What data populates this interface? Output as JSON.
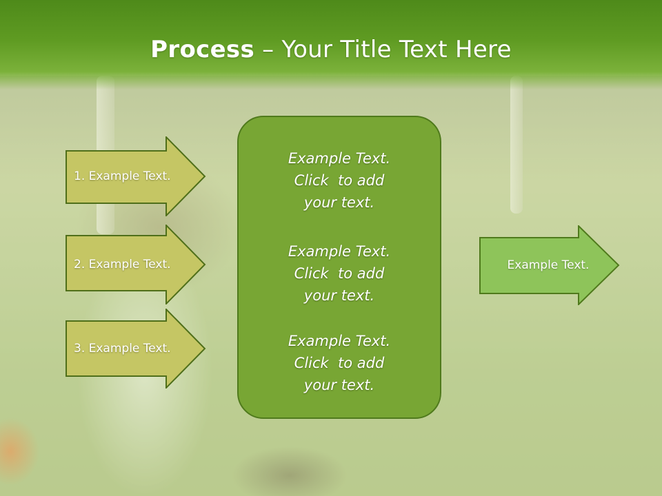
{
  "slide": {
    "title_bold": "Process",
    "title_rest": " – Your Title Text Here",
    "colors": {
      "title_bar": "#5f9b22",
      "left_arrow_fill": "#c5c664",
      "left_arrow_stroke": "#4f6f1a",
      "panel_fill": "#78a634",
      "right_arrow_fill": "#8ec45a"
    }
  },
  "steps": [
    {
      "label": "1. Example Text."
    },
    {
      "label": "2. Example Text."
    },
    {
      "label": "3. Example Text."
    }
  ],
  "panel": {
    "items": [
      {
        "line1": "Example Text.",
        "line2": "Click  to add",
        "line3": "your text."
      },
      {
        "line1": "Example Text.",
        "line2": "Click  to add",
        "line3": "your text."
      },
      {
        "line1": "Example Text.",
        "line2": "Click  to add",
        "line3": "your text."
      }
    ]
  },
  "result": {
    "label": "Example Text."
  }
}
